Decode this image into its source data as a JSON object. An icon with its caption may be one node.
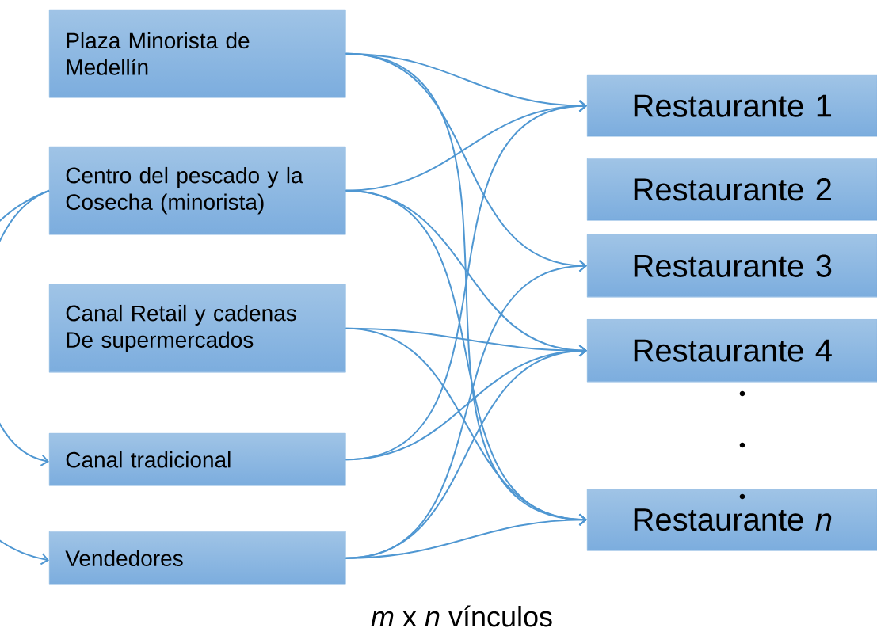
{
  "diagram": {
    "caption": "*m* x *n* vínculos",
    "nodes": [
      {
        "text": [
          "Plaza Minorista de Medellín"
        ]
      },
      {
        "text": [
          "Centro del pescado y la Cosecha (minorista)"
        ]
      },
      {
        "text": [
          "Canal Retail y cadenas De supermercados"
        ]
      },
      {
        "text": [
          "Canal tradicional"
        ]
      },
      {
        "text": [
          "Vendedores"
        ]
      },
      {
        "text": [
          "Restaurante 1"
        ]
      },
      {
        "text": [
          "Restaurante 2"
        ]
      },
      {
        "text": [
          "Restaurante 3"
        ]
      },
      {
        "text": [
          "Restaurante 4"
        ]
      },
      {
        "text": [
          "Restaurante *n*"
        ]
      }
    ],
    "edges": [
      {
        "from": 0,
        "to": 5,
        "arrow": "to"
      },
      {
        "from": 0,
        "to": 7,
        "arrow": "to"
      },
      {
        "from": 0,
        "to": 9,
        "arrow": "to"
      },
      {
        "from": 1,
        "to": 5,
        "arrow": "to"
      },
      {
        "from": 1,
        "to": 8,
        "arrow": "to"
      },
      {
        "from": 1,
        "to": 9,
        "arrow": "to"
      },
      {
        "from": 1,
        "to": 3,
        "arrow": "to"
      },
      {
        "from": 1,
        "to": 4,
        "arrow": "to"
      },
      {
        "from": 2,
        "to": 8,
        "arrow": "to"
      },
      {
        "from": 2,
        "to": 9,
        "arrow": "to"
      },
      {
        "from": 3,
        "to": 5,
        "arrow": "to"
      },
      {
        "from": 3,
        "to": 8,
        "arrow": "to"
      },
      {
        "from": 4,
        "to": 7,
        "arrow": "to"
      },
      {
        "from": 4,
        "to": 8,
        "arrow": "to"
      },
      {
        "from": 4,
        "to": 9,
        "arrow": "to"
      }
    ]
  }
}
